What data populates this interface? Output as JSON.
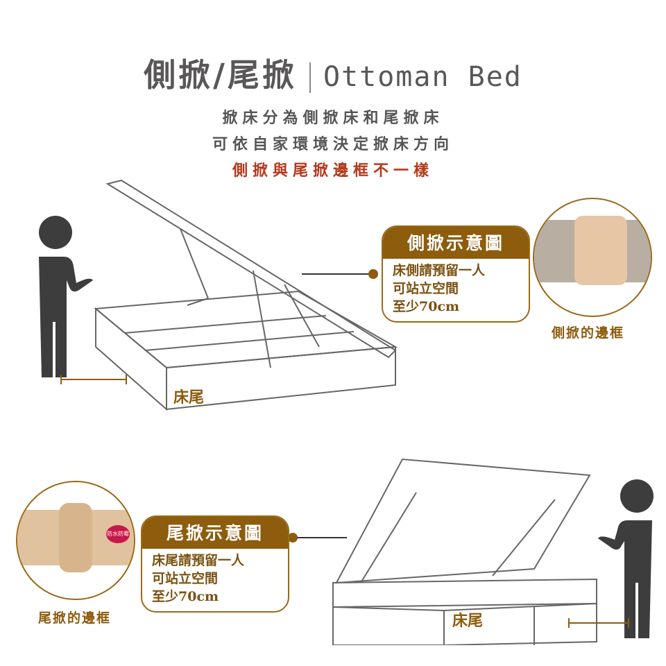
{
  "header": {
    "title_zh": "側掀/尾掀",
    "title_en": "Ottoman Bed"
  },
  "intro": {
    "line1": "掀床分為側掀床和尾掀床",
    "line2": "可依自家環境決定掀床方向",
    "line3_highlight": "側掀與尾掀邊框不一樣"
  },
  "side_lift": {
    "box_title": "側掀示意圖",
    "lines": [
      "床側請預留一人",
      "可站立空間",
      "至少70cm"
    ],
    "frame_caption": "側掀的邊框",
    "bed_end_label": "床尾"
  },
  "tail_lift": {
    "box_title": "尾掀示意圖",
    "lines": [
      "床尾請預留一人",
      "可站立空間",
      "至少70cm"
    ],
    "frame_caption": "尾掀的邊框",
    "bed_end_label": "床尾",
    "badge": "防水防霉"
  },
  "colors": {
    "brown": "#8d5c0d",
    "red": "#b5381a",
    "gray": "#595757"
  }
}
